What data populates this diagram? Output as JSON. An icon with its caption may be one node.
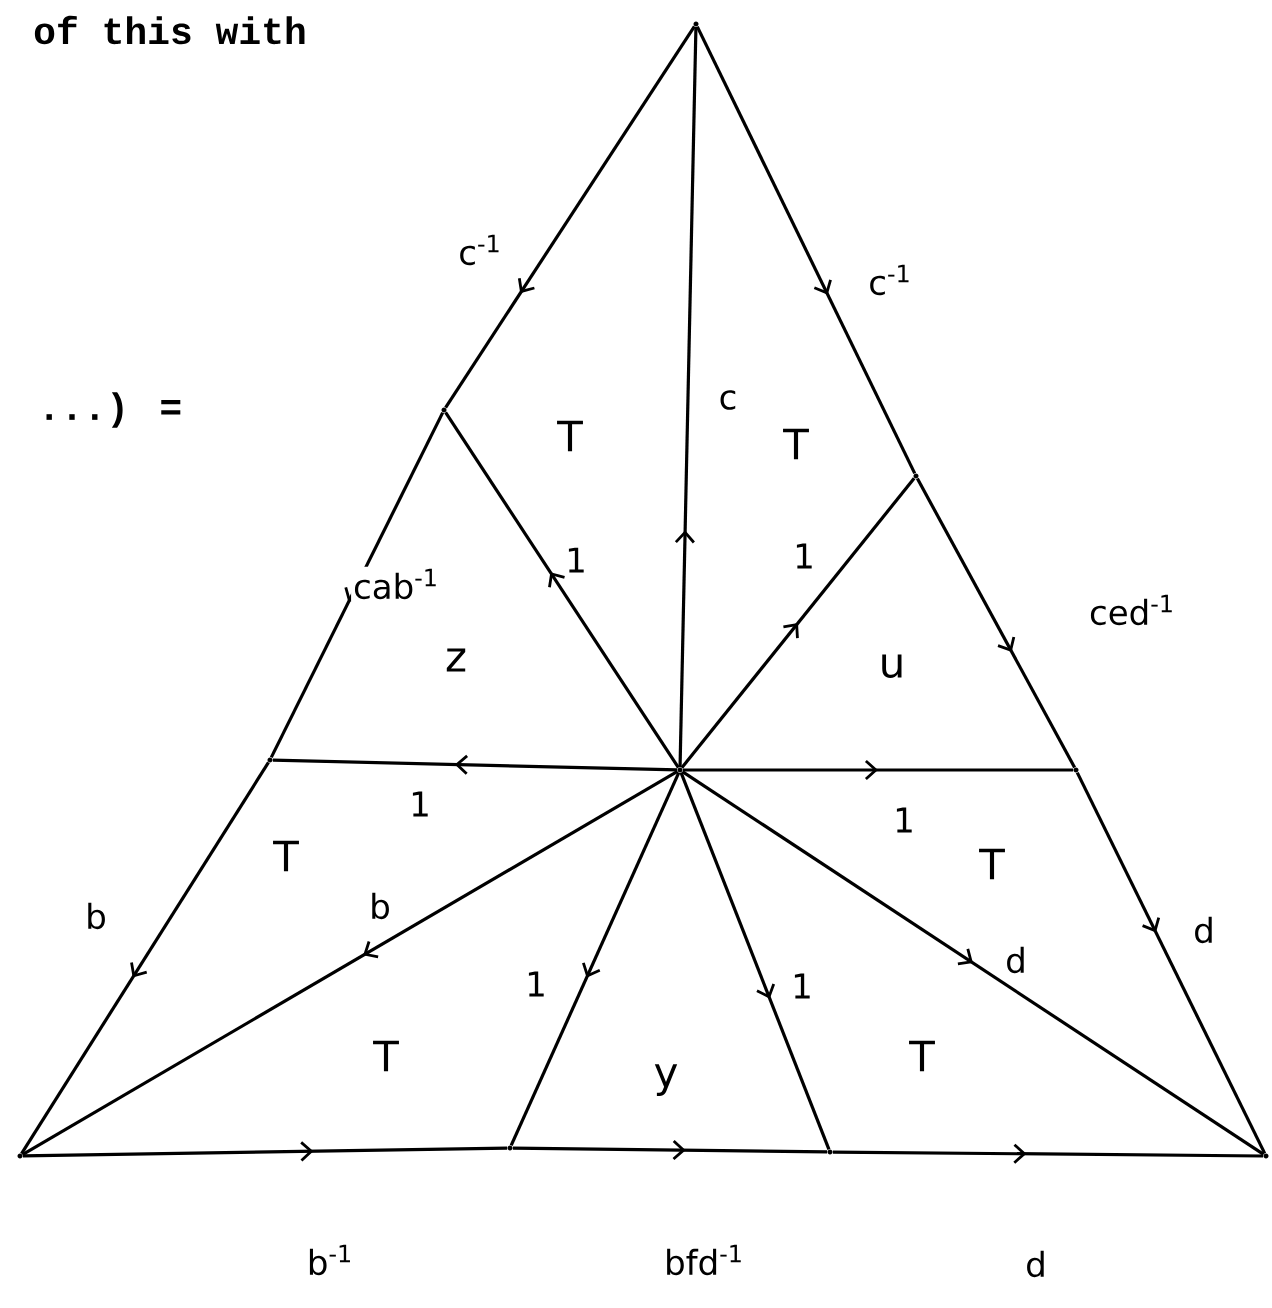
{
  "diagram": {
    "nodes": [
      {
        "text": [],
        "shape": "point"
      },
      {
        "text": [],
        "shape": "point"
      },
      {
        "text": [],
        "shape": "point"
      },
      {
        "text": [],
        "shape": "point"
      },
      {
        "text": [],
        "shape": "point"
      },
      {
        "text": [],
        "shape": "point"
      },
      {
        "text": [],
        "shape": "point"
      },
      {
        "text": [],
        "shape": "point"
      },
      {
        "text": [],
        "shape": "point"
      },
      {
        "text": [],
        "shape": "point"
      }
    ],
    "edges": [
      {
        "from": 0,
        "to": 1,
        "arrow": "to",
        "label": "c$^{-1}$"
      },
      {
        "from": 1,
        "to": 3,
        "arrow": "to",
        "label": "cab$^{-1}$"
      },
      {
        "from": 3,
        "to": 6,
        "arrow": "to",
        "label": "b"
      },
      {
        "from": 0,
        "to": 2,
        "arrow": "to",
        "label": "c$^{-1}$"
      },
      {
        "from": 2,
        "to": 5,
        "arrow": "to",
        "label": "ced$^{-1}$"
      },
      {
        "from": 5,
        "to": 9,
        "arrow": "to",
        "label": "d"
      },
      {
        "from": 6,
        "to": 7,
        "arrow": "to",
        "label": "b$^{-1}$"
      },
      {
        "from": 7,
        "to": 8,
        "arrow": "to",
        "label": "bfd$^{-1}$"
      },
      {
        "from": 8,
        "to": 9,
        "arrow": "to",
        "label": "d"
      },
      {
        "from": 4,
        "to": 0,
        "arrow": "to",
        "label": "c"
      },
      {
        "from": 4,
        "to": 1,
        "arrow": "to",
        "label": "1"
      },
      {
        "from": 4,
        "to": 2,
        "arrow": "to",
        "label": "1"
      },
      {
        "from": 4,
        "to": 3,
        "arrow": "to",
        "label": "1"
      },
      {
        "from": 4,
        "to": 5,
        "arrow": "to",
        "label": "1"
      },
      {
        "from": 4,
        "to": 6,
        "arrow": "to",
        "label": "b"
      },
      {
        "from": 4,
        "to": 7,
        "arrow": "to",
        "label": "1"
      },
      {
        "from": 4,
        "to": 8,
        "arrow": "to",
        "label": "1"
      },
      {
        "from": 4,
        "to": 9,
        "arrow": "to",
        "label": "d"
      }
    ],
    "labels": [
      "of this with",
      "...) =",
      "T",
      "T",
      "z",
      "u",
      "T",
      "T",
      "T",
      "y",
      "T"
    ]
  }
}
